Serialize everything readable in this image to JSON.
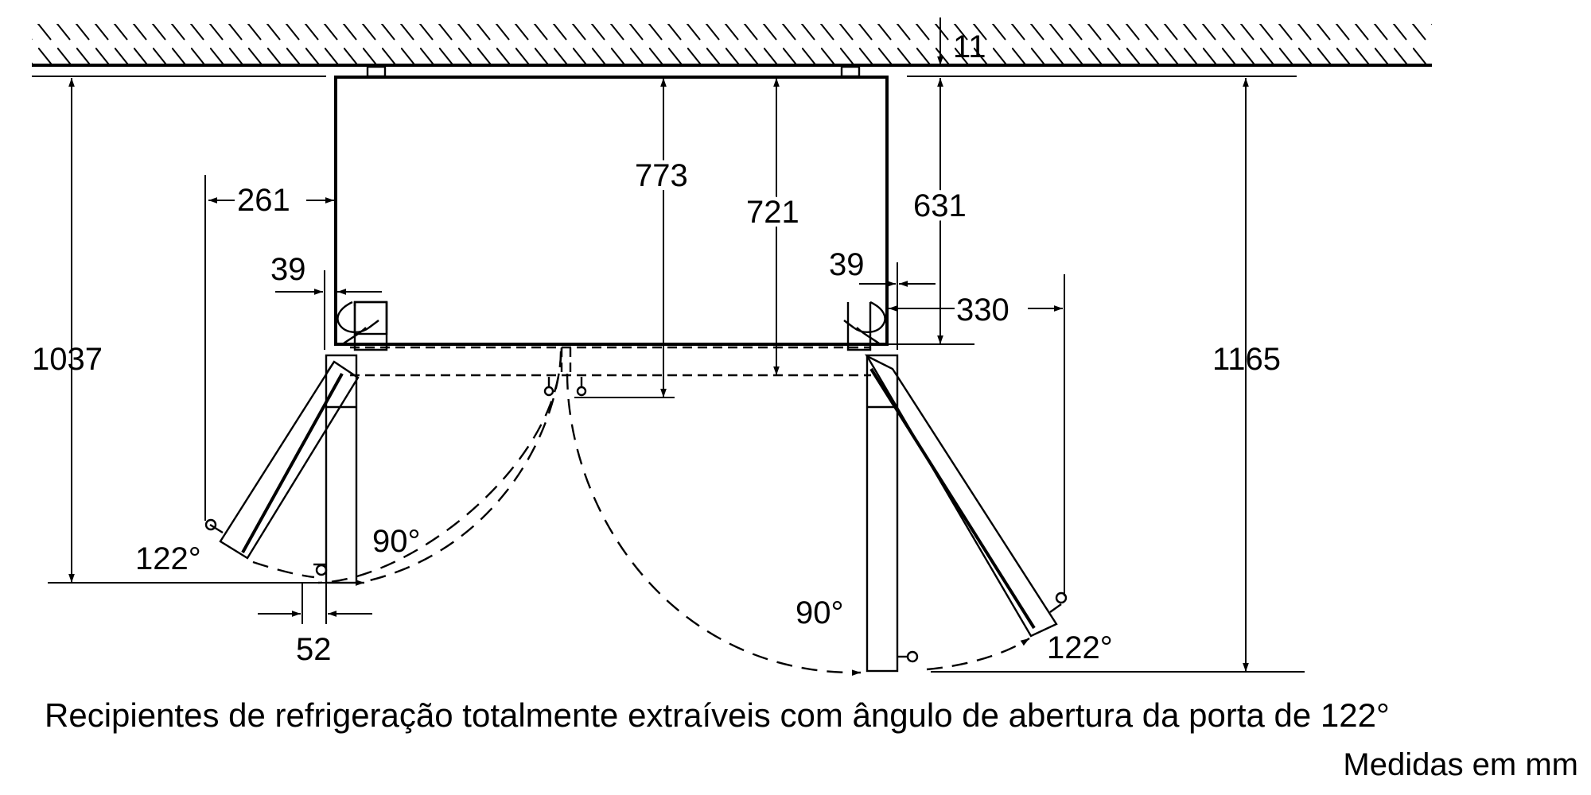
{
  "dimensions": {
    "ceiling_gap": "11",
    "left_depth_total": "1037",
    "right_depth_total": "1165",
    "door_swing_left_offset": "261",
    "cabinet_depth_773": "773",
    "cabinet_depth_721": "721",
    "cabinet_depth_631": "631",
    "hinge_offset_left": "39",
    "hinge_offset_right": "39",
    "door_swing_right_offset": "330",
    "door_width_52": "52"
  },
  "angles": {
    "left_open_122": "122°",
    "left_open_90": "90°",
    "right_open_90": "90°",
    "right_open_122": "122°"
  },
  "caption": {
    "main": "Recipientes de refrigeração totalmente extraíveis com ângulo de abertura da porta de 122°",
    "units": "Medidas em mm"
  }
}
